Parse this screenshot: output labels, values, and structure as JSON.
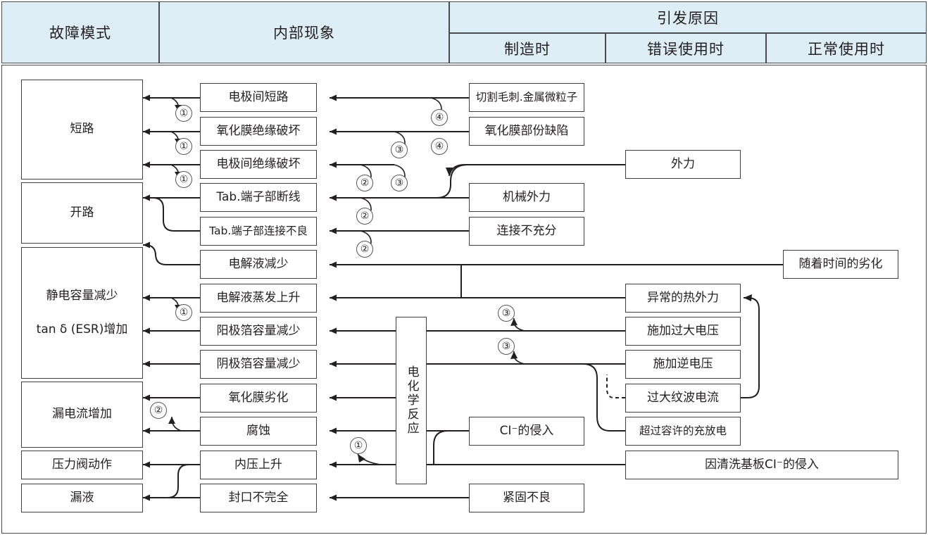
{
  "header": {
    "col1": "故障模式",
    "col2": "内部现象",
    "col3_group": "引发原因",
    "col3a": "制造时",
    "col3b": "错误使用时",
    "col3c": "正常使用时"
  },
  "failure_modes": [
    {
      "label": "短路"
    },
    {
      "label": "开路"
    },
    {
      "label": "静电容量减少",
      "label2": "tan δ (ESR)增加"
    },
    {
      "label": "漏电流增加"
    },
    {
      "label": "压力阀动作"
    },
    {
      "label": "漏液"
    }
  ],
  "internal_phenomena": [
    "电极间短路",
    "氧化膜绝缘破坏",
    "电极间绝缘破坏",
    "Tab.端子部断线",
    "Tab.端子部连接不良",
    "电解液减少",
    "电解液蒸发上升",
    "阳极箔容量减少",
    "阴极箔容量减少",
    "氧化膜劣化",
    "腐蚀",
    "内压上升",
    "封口不完全"
  ],
  "causes_manufacturing": [
    "切割毛刺.金属微粒子",
    "氧化膜部份缺陷",
    "机械外力",
    "连接不充分",
    "CI⁻的侵入",
    "紧固不良"
  ],
  "causes_misuse": [
    "外力",
    "异常的热外力",
    "施加过大电压",
    "施加逆电压",
    "过大纹波电流",
    "超过容许的充放电",
    "因清洗基板CI⁻的侵入"
  ],
  "causes_normal": [
    "随着时间的劣化"
  ],
  "reaction_box": "电化学反应",
  "markers": [
    {
      "n": "①"
    },
    {
      "n": "①"
    },
    {
      "n": "①"
    },
    {
      "n": "①"
    },
    {
      "n": "①"
    },
    {
      "n": "②"
    },
    {
      "n": "②"
    },
    {
      "n": "②"
    },
    {
      "n": "②"
    },
    {
      "n": "③"
    },
    {
      "n": "③"
    },
    {
      "n": "③"
    },
    {
      "n": "③"
    },
    {
      "n": "④"
    },
    {
      "n": "④"
    }
  ],
  "colors": {
    "header_fill": "#ddeef7",
    "border": "#4a4a4a",
    "line": "#231f20"
  }
}
